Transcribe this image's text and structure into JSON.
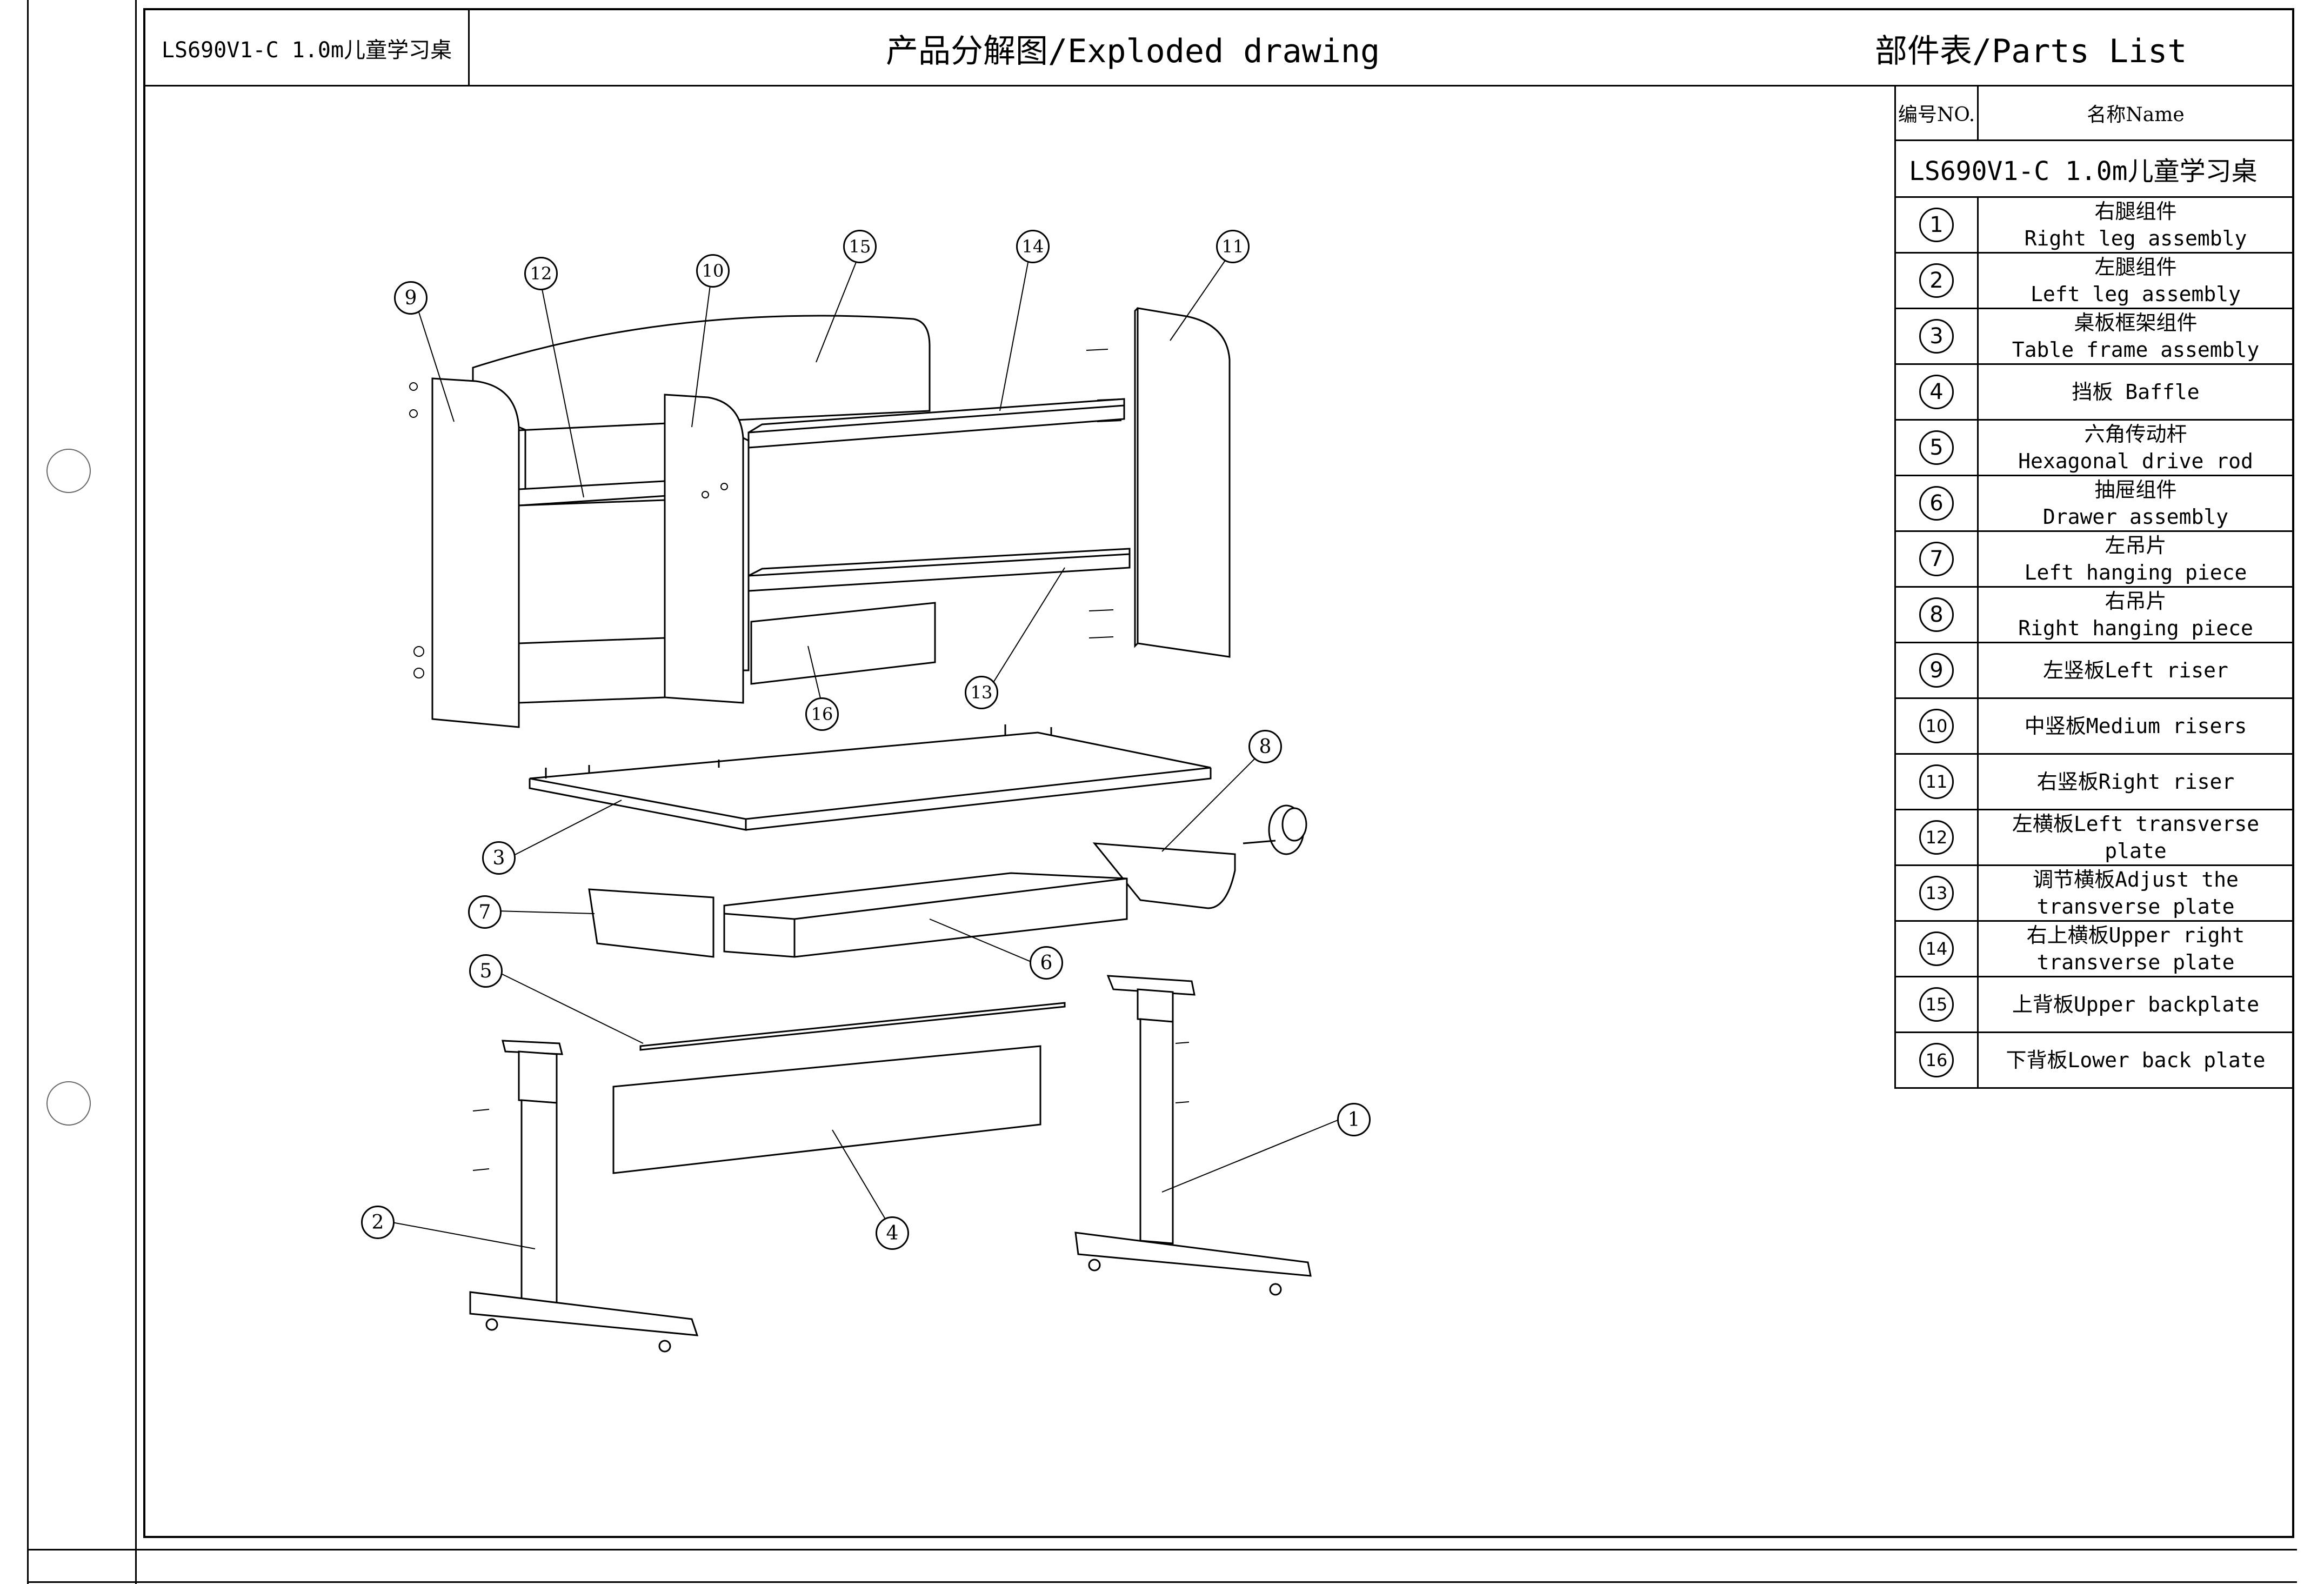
{
  "header": {
    "model": "LS690V1-C 1.0m儿童学习桌",
    "drawing_title": "产品分解图/Exploded drawing",
    "parts_title": "部件表/Parts List"
  },
  "parts_table": {
    "col_no": "编号NO.",
    "col_name": "名称Name",
    "product": "LS690V1-C 1.0m儿童学习桌",
    "rows": [
      {
        "no": "1",
        "zh": "右腿组件",
        "en": "Right leg assembly"
      },
      {
        "no": "2",
        "zh": "左腿组件",
        "en": "Left leg assembly"
      },
      {
        "no": "3",
        "zh": "桌板框架组件",
        "en": "Table frame assembly"
      },
      {
        "no": "4",
        "zh": "挡板 Baffle",
        "en": ""
      },
      {
        "no": "5",
        "zh": "六角传动杆",
        "en": "Hexagonal drive rod"
      },
      {
        "no": "6",
        "zh": "抽屉组件",
        "en": "Drawer assembly"
      },
      {
        "no": "7",
        "zh": "左吊片",
        "en": "Left hanging piece"
      },
      {
        "no": "8",
        "zh": "右吊片",
        "en": "Right hanging piece"
      },
      {
        "no": "9",
        "zh": "左竖板Left riser",
        "en": ""
      },
      {
        "no": "10",
        "zh": "中竖板Medium risers",
        "en": ""
      },
      {
        "no": "11",
        "zh": "右竖板Right riser",
        "en": ""
      },
      {
        "no": "12",
        "zh": "左横板Left transverse",
        "en": "plate"
      },
      {
        "no": "13",
        "zh": "调节横板Adjust the",
        "en": "transverse plate"
      },
      {
        "no": "14",
        "zh": "右上横板Upper right",
        "en": "transverse plate"
      },
      {
        "no": "15",
        "zh": "上背板Upper backplate",
        "en": ""
      },
      {
        "no": "16",
        "zh": "下背板Lower back plate",
        "en": ""
      }
    ]
  },
  "callouts": [
    "1",
    "2",
    "3",
    "4",
    "5",
    "6",
    "7",
    "8",
    "9",
    "10",
    "11",
    "12",
    "13",
    "14",
    "15",
    "16"
  ],
  "colors": {
    "line": "#000000",
    "fill": "#ffffff",
    "punch_hole": "#666666"
  }
}
